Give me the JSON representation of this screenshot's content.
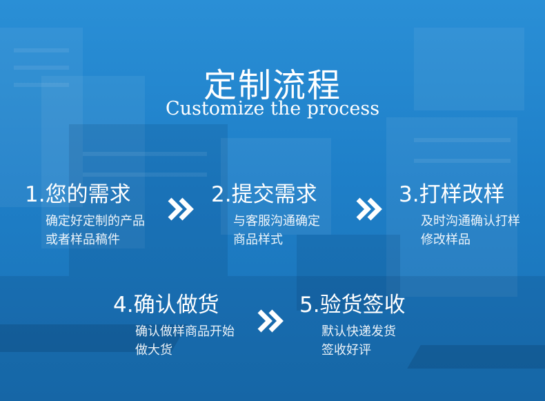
{
  "header": {
    "title_cn": "定制流程",
    "title_en": "Customize the process"
  },
  "steps": [
    {
      "title": "1.您的需求",
      "desc": [
        "确定好定制的产品",
        "或者样品稿件"
      ]
    },
    {
      "title": "2.提交需求",
      "desc": [
        "与客服沟通确定",
        "商品样式"
      ]
    },
    {
      "title": "3.打样改样",
      "desc": [
        "及时沟通确认打样",
        "修改样品"
      ]
    },
    {
      "title": "4.确认做货",
      "desc": [
        "确认做样商品开始",
        "做大货"
      ]
    },
    {
      "title": "5.验货签收",
      "desc": [
        "默认快递发货",
        "签收好评"
      ]
    }
  ],
  "arrow_icon": "double-chevron-right-icon",
  "colors": {
    "background": "#1e7fc8",
    "text": "#ffffff"
  }
}
